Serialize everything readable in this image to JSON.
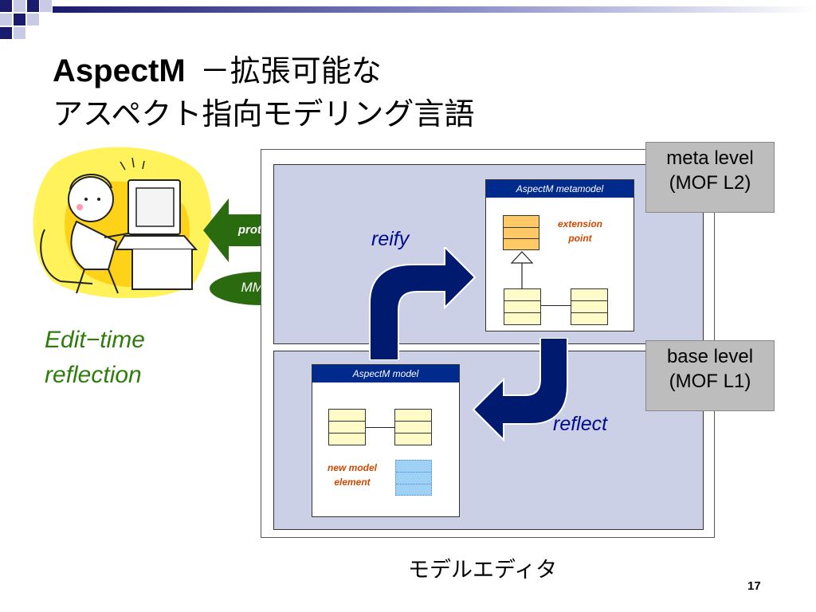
{
  "slide": {
    "title_main": "AspectM",
    "title_sub": "－拡張可能な",
    "title_line2": "アスペクト指向モデリング言語",
    "page_number": "17",
    "caption": "モデルエディタ"
  },
  "left": {
    "protocols_label": "protocols",
    "mmap_label": "MMAP",
    "reflection_line1": "Edit−time",
    "reflection_line2": "reflection"
  },
  "levels": {
    "meta_line1": "meta level",
    "meta_line2": "(MOF L2)",
    "base_line1": "base level",
    "base_line2": "(MOF L1)"
  },
  "metamodel": {
    "header": "AspectM metamodel",
    "extension_line1": "extension",
    "extension_line2": "point"
  },
  "model": {
    "header": "AspectM model",
    "new_line1": "new model",
    "new_line2": "element"
  },
  "arrows": {
    "reify": "reify",
    "reflect": "reflect"
  },
  "colors": {
    "title_bar": "#002a8c",
    "panel": "#ccd0e6",
    "arrow": "#001a70",
    "green": "#2e7d0c",
    "orange": "#d04800",
    "class_fill": "#fffbc8",
    "extension_fill": "#ffc966",
    "new_element_fill": "#9fd0f5"
  }
}
